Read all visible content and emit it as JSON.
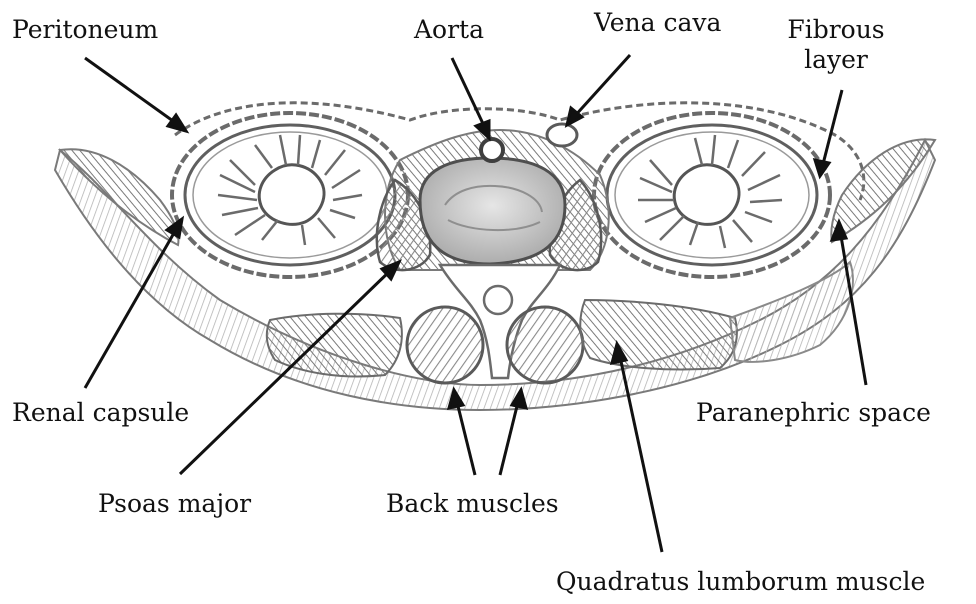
{
  "figure": {
    "labels": {
      "peritoneum": "Peritoneum",
      "aorta": "Aorta",
      "vena_cava": "Vena cava",
      "fibrous_line1": "Fibrous",
      "fibrous_line2": "layer",
      "renal_capsule": "Renal capsule",
      "paranephric_space": "Paranephric space",
      "psoas_major": "Psoas major",
      "back_muscles": "Back muscles",
      "quadratus_lumborum": "Quadratus lumborum muscle"
    },
    "colors": {
      "ink": "#111111",
      "sketch": "#6b6b6b",
      "shade": "#8a8a8a",
      "vertebra_fill": "#d9d9d9",
      "background": "#ffffff"
    }
  }
}
